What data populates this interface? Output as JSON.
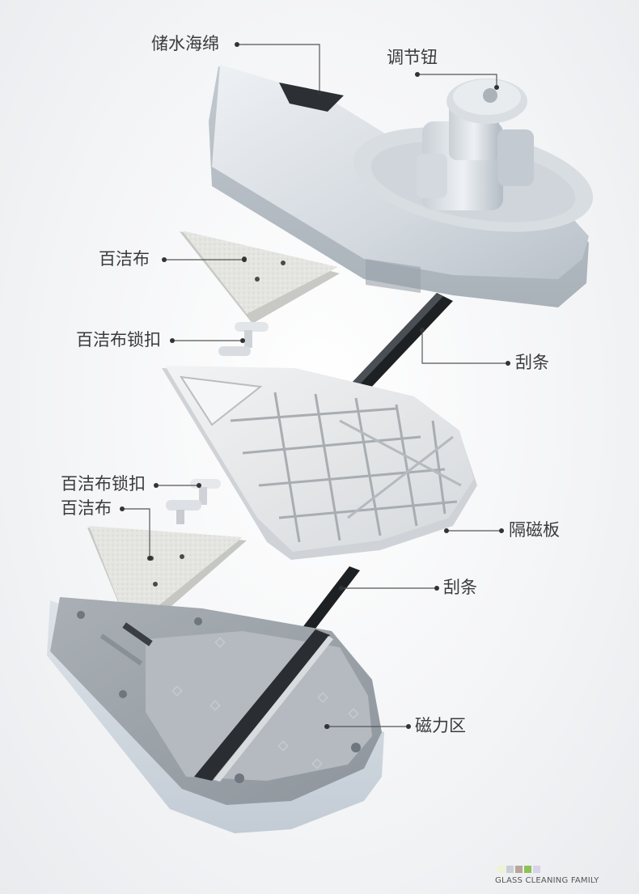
{
  "labels": {
    "water_sponge": "储水海绵",
    "adjust_knob": "调节钮",
    "cloth_top": "百洁布",
    "cloth_clip_top": "百洁布锁扣",
    "squeegee_top": "刮条",
    "clip_bottom": "百洁布锁扣",
    "cloth_bottom": "百洁布",
    "magnetic_plate": "隔磁板",
    "squeegee_bottom": "刮条",
    "magnetic_zone": "磁力区"
  },
  "footer": {
    "brand": "GLASS CLEANING FAMILY",
    "swatch_colors": [
      "#eef3d2",
      "#c9cfd4",
      "#b8a69a",
      "#8fc255",
      "#d8d2ea"
    ]
  }
}
